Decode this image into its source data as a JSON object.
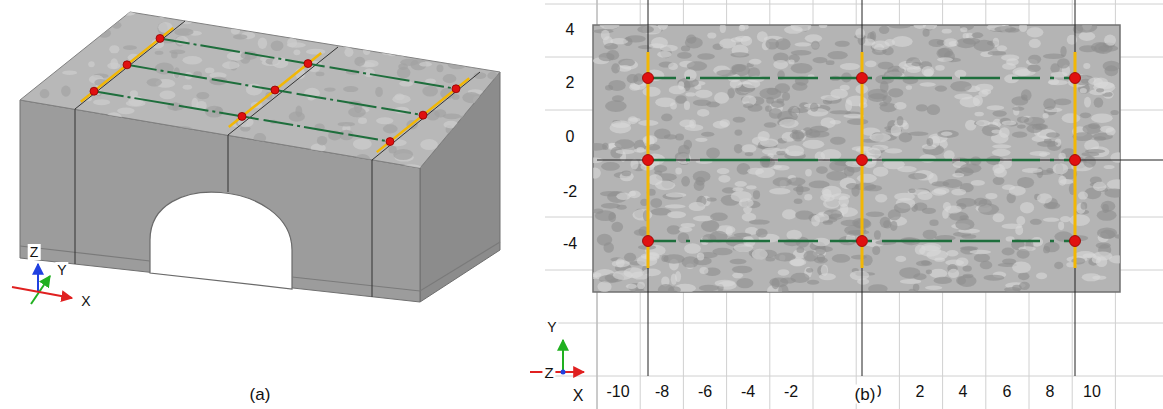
{
  "diagram": {
    "labels": [
      "Z",
      "Y",
      "X",
      "(a)",
      "4",
      "2",
      "0",
      "-2",
      "-4",
      "Y",
      "Z",
      "X",
      "-10",
      "-8",
      "-6",
      "-4",
      "-2",
      "0",
      "2",
      "4",
      "6",
      "8",
      "10",
      "(b)"
    ]
  }
}
